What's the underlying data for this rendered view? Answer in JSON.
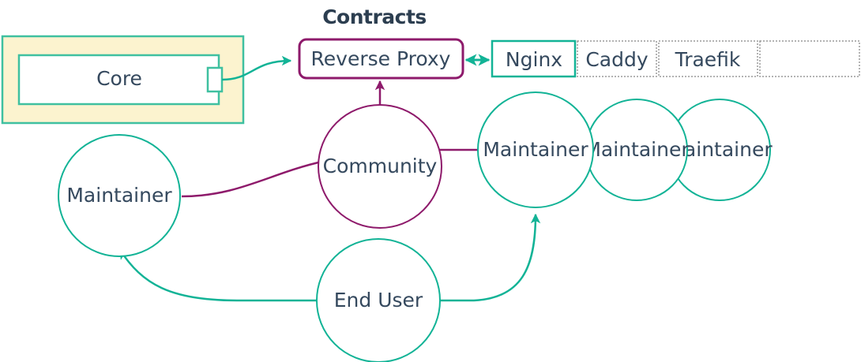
{
  "diagram": {
    "title": "Contracts",
    "colors": {
      "teal": "#12b396",
      "teal_light": "#5ecfb0",
      "purple": "#8e1a6b",
      "text": "#35495e",
      "yellow_fill": "#fcf3cf",
      "cell_border_gray": "#9a9a9a",
      "white": "#ffffff"
    },
    "container": {
      "name": "core-container",
      "fill": "yellow_fill"
    },
    "nodes": {
      "core": {
        "label": "Core",
        "shape": "rect-with-port"
      },
      "reverse_proxy": {
        "label": "Reverse Proxy",
        "shape": "rounded-rect",
        "accent": "purple"
      },
      "community": {
        "label": "Community",
        "shape": "circle",
        "accent": "purple"
      },
      "end_user": {
        "label": "End User",
        "shape": "circle",
        "accent": "teal"
      },
      "maintainer_left": {
        "label": "Maintainer",
        "shape": "circle",
        "accent": "teal"
      },
      "maintainer_1": {
        "label": "Maintainer",
        "shape": "circle",
        "accent": "teal"
      },
      "maintainer_2": {
        "label": "Maintainer",
        "shape": "circle",
        "accent": "teal"
      },
      "maintainer_3": {
        "label": "Maintainer",
        "shape": "circle",
        "accent": "teal"
      }
    },
    "table": {
      "name": "proxy-options-table",
      "cells": [
        {
          "label": "Nginx",
          "selected": true
        },
        {
          "label": "Caddy",
          "selected": false
        },
        {
          "label": "Traefik",
          "selected": false
        },
        {
          "label": "",
          "selected": false
        }
      ]
    },
    "edges": [
      {
        "from": "core",
        "to": "reverse_proxy",
        "style": "curved",
        "arrow": "end",
        "color": "teal"
      },
      {
        "from": "reverse_proxy",
        "to": "nginx",
        "style": "straight",
        "arrow": "both",
        "color": "teal"
      },
      {
        "from": "community",
        "to": "reverse_proxy",
        "style": "straight",
        "arrow": "end",
        "color": "purple"
      },
      {
        "from": "community",
        "to": "maintainer_left",
        "style": "curved",
        "arrow": "none",
        "color": "purple"
      },
      {
        "from": "community",
        "to": "maintainer_1",
        "style": "straight",
        "arrow": "none",
        "color": "purple"
      },
      {
        "from": "end_user",
        "to": "maintainer_left",
        "style": "curved",
        "arrow": "end",
        "color": "teal"
      },
      {
        "from": "end_user",
        "to": "maintainer_1",
        "style": "curved",
        "arrow": "end",
        "color": "teal"
      }
    ]
  }
}
